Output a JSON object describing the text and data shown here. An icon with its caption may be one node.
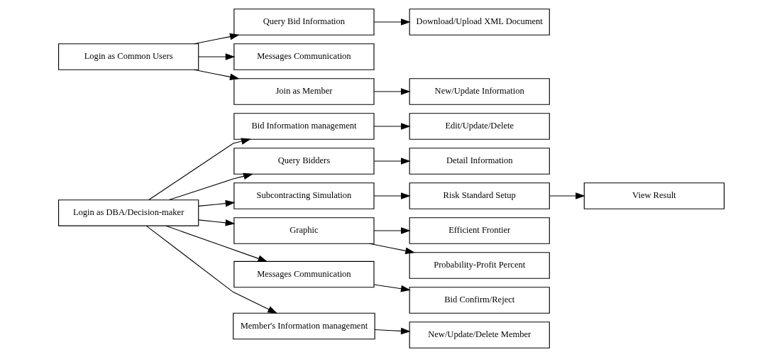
{
  "diagram": {
    "nodes": [
      {
        "text": [
          "Login as DBA/Decision-maker"
        ]
      },
      {
        "text": [
          "Bid Information management"
        ]
      },
      {
        "text": [
          "Query Bidders"
        ]
      },
      {
        "text": [
          "Subcontracting Simulation"
        ]
      },
      {
        "text": [
          "Graphic"
        ]
      },
      {
        "text": [
          "Messages Communication"
        ]
      },
      {
        "text": [
          "Member's Information management"
        ]
      },
      {
        "text": [
          "Edit/Update/Delete"
        ]
      },
      {
        "text": [
          "Detail Information"
        ]
      },
      {
        "text": [
          "Risk Standard Setup"
        ]
      },
      {
        "text": [
          "View Result"
        ]
      },
      {
        "text": [
          "Efficient Frontier"
        ]
      },
      {
        "text": [
          "Probability-Profit Percent"
        ]
      },
      {
        "text": [
          "Bid Confirm/Reject"
        ]
      },
      {
        "text": [
          "New/Update/Delete Member"
        ]
      },
      {
        "text": [
          "Login as Common Users"
        ]
      },
      {
        "text": [
          "Query Bid Information"
        ]
      },
      {
        "text": [
          "Messages Communication"
        ]
      },
      {
        "text": [
          "Join as Member"
        ]
      },
      {
        "text": [
          "Download/Upload XML Document"
        ]
      },
      {
        "text": [
          "New/Update Information"
        ]
      }
    ],
    "edges": [
      {
        "from": 0,
        "to": 1,
        "arrow": "to"
      },
      {
        "from": 0,
        "to": 2,
        "arrow": "to"
      },
      {
        "from": 0,
        "to": 3,
        "arrow": "to"
      },
      {
        "from": 0,
        "to": 4,
        "arrow": "to"
      },
      {
        "from": 0,
        "to": 5,
        "arrow": "to"
      },
      {
        "from": 0,
        "to": 6,
        "arrow": "to"
      },
      {
        "from": 1,
        "to": 7,
        "arrow": "to"
      },
      {
        "from": 2,
        "to": 8,
        "arrow": "to"
      },
      {
        "from": 3,
        "to": 9,
        "arrow": "to"
      },
      {
        "from": 9,
        "to": 10,
        "arrow": "to"
      },
      {
        "from": 4,
        "to": 11,
        "arrow": "to"
      },
      {
        "from": 4,
        "to": 12,
        "arrow": "to"
      },
      {
        "from": 5,
        "to": 13,
        "arrow": "to"
      },
      {
        "from": 6,
        "to": 14,
        "arrow": "to"
      },
      {
        "from": 15,
        "to": 16,
        "arrow": "to"
      },
      {
        "from": 15,
        "to": 17,
        "arrow": "to"
      },
      {
        "from": 15,
        "to": 18,
        "arrow": "to"
      },
      {
        "from": 16,
        "to": 19,
        "arrow": "to"
      },
      {
        "from": 18,
        "to": 20,
        "arrow": "to"
      }
    ]
  }
}
